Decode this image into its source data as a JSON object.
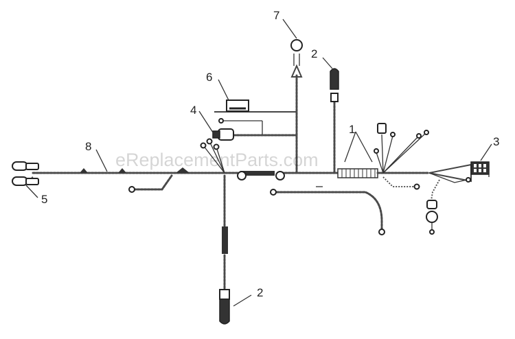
{
  "watermark": "eReplacementParts.com",
  "callouts": [
    {
      "id": "7",
      "label": "7"
    },
    {
      "id": "2-top",
      "label": "2"
    },
    {
      "id": "6",
      "label": "6"
    },
    {
      "id": "4",
      "label": "4"
    },
    {
      "id": "8",
      "label": "8"
    },
    {
      "id": "1",
      "label": "1"
    },
    {
      "id": "3",
      "label": "3"
    },
    {
      "id": "5",
      "label": "5"
    },
    {
      "id": "2-bottom",
      "label": "2"
    }
  ]
}
